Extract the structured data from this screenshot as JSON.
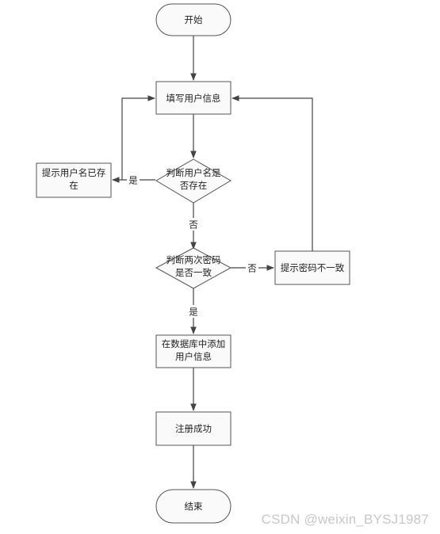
{
  "nodes": {
    "start": "开始",
    "fill_info": "填写用户信息",
    "check_username_l1": "判断用户名是",
    "check_username_l2": "否存在",
    "username_exists_l1": "提示用户名已存",
    "username_exists_l2": "在",
    "check_password_l1": "判断两次密码",
    "check_password_l2": "是否一致",
    "password_mismatch": "提示密码不一致",
    "add_to_db_l1": "在数据库中添加",
    "add_to_db_l2": "用户信息",
    "register_success": "注册成功",
    "end": "结束"
  },
  "edge_labels": {
    "username_yes": "是",
    "username_no": "否",
    "password_no": "否",
    "password_yes": "是"
  },
  "watermark": "CSDN @weixin_BYSJ1987"
}
